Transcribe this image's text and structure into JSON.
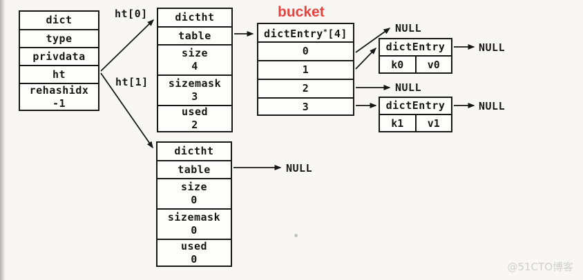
{
  "pointer_labels": {
    "ht0": "ht[0]",
    "ht1": "ht[1]"
  },
  "dict": {
    "rows": [
      "dict",
      "type",
      "privdata",
      "ht"
    ],
    "rehash": {
      "label": "rehashidx",
      "value": "-1"
    }
  },
  "ht_tables": [
    {
      "title": "dictht",
      "rows": [
        {
          "label": "table"
        },
        {
          "label": "size",
          "value": "4"
        },
        {
          "label": "sizemask",
          "value": "3"
        },
        {
          "label": "used",
          "value": "2"
        }
      ]
    },
    {
      "title": "dictht",
      "rows": [
        {
          "label": "table"
        },
        {
          "label": "size",
          "value": "0"
        },
        {
          "label": "sizemask",
          "value": "0"
        },
        {
          "label": "used",
          "value": "0"
        }
      ]
    }
  ],
  "bucket": {
    "caption": "bucket",
    "header_prefix": "dictEntry",
    "header_star": "*",
    "header_suffix": "[4]",
    "slots": [
      "0",
      "1",
      "2",
      "3"
    ]
  },
  "entries": [
    {
      "title": "dictEntry",
      "key": "k0",
      "value": "v0"
    },
    {
      "title": "dictEntry",
      "key": "k1",
      "value": "v1"
    }
  ],
  "null_label": "NULL",
  "watermark": "@51CTO博客",
  "colors": {
    "bucket_caption": "#e8433f",
    "watermark": "#d0d0cd",
    "line": "#161616"
  }
}
